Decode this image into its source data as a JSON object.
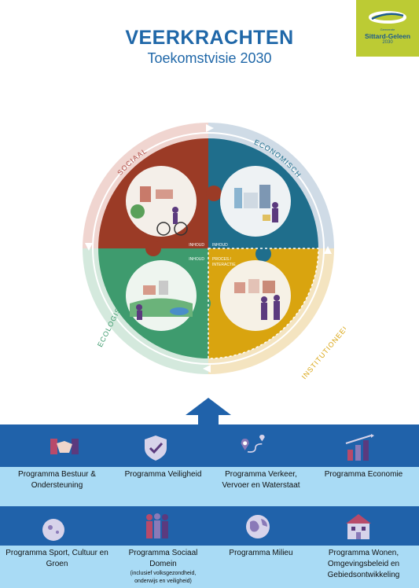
{
  "logo": {
    "small": "Gemeente",
    "name": "Sittard-Geleen",
    "year": "2030"
  },
  "header": {
    "title": "VEERKRACHTEN",
    "subtitle": "Toekomstvisie 2030"
  },
  "diagram": {
    "ring_labels": {
      "sociaal": "SOCIAAL",
      "economisch": "ECONOMISCH",
      "ecologisch": "ECOLOGISCH",
      "institutioneel": "INSTITUTIONEEL"
    },
    "inner_labels": {
      "inhoud_1": "INHOUD",
      "inhoud_2": "INHOUD",
      "inhoud_3": "INHOUD",
      "proces_1": "PROCES /",
      "proces_2": "INTERACTIE"
    },
    "colors": {
      "sociaal": "#9b3b26",
      "economisch": "#1f6e8c",
      "ecologisch": "#3e9b6e",
      "institutioneel": "#d9a40f"
    }
  },
  "programs_row1": [
    {
      "label_1": "Programma Bestuur &",
      "label_2": "Ondersteuning",
      "icon": "handshake-icon"
    },
    {
      "label_1": "Programma Veiligheid",
      "label_2": "",
      "icon": "shield-icon"
    },
    {
      "label_1": "Programma Verkeer,",
      "label_2": "Vervoer en Waterstaat",
      "icon": "route-icon"
    },
    {
      "label_1": "Programma Economie",
      "label_2": "",
      "icon": "bar-chart-icon"
    }
  ],
  "programs_row2": [
    {
      "label_1": "Programma Sport, Cultuur en",
      "label_2": "Groen",
      "icon": "ball-icon"
    },
    {
      "label_1": "Programma Sociaal",
      "label_2": "Domein",
      "note_1": "(inclusief volksgezondheid,",
      "note_2": "onderwijs en veiligheid)",
      "icon": "people-icon"
    },
    {
      "label_1": "Programma Milieu",
      "label_2": "",
      "icon": "globe-icon"
    },
    {
      "label_1": "Programma Wonen,",
      "label_2": "Omgevingsbeleid en",
      "label_3": "Gebiedsontwikkeling",
      "icon": "house-icon"
    }
  ]
}
